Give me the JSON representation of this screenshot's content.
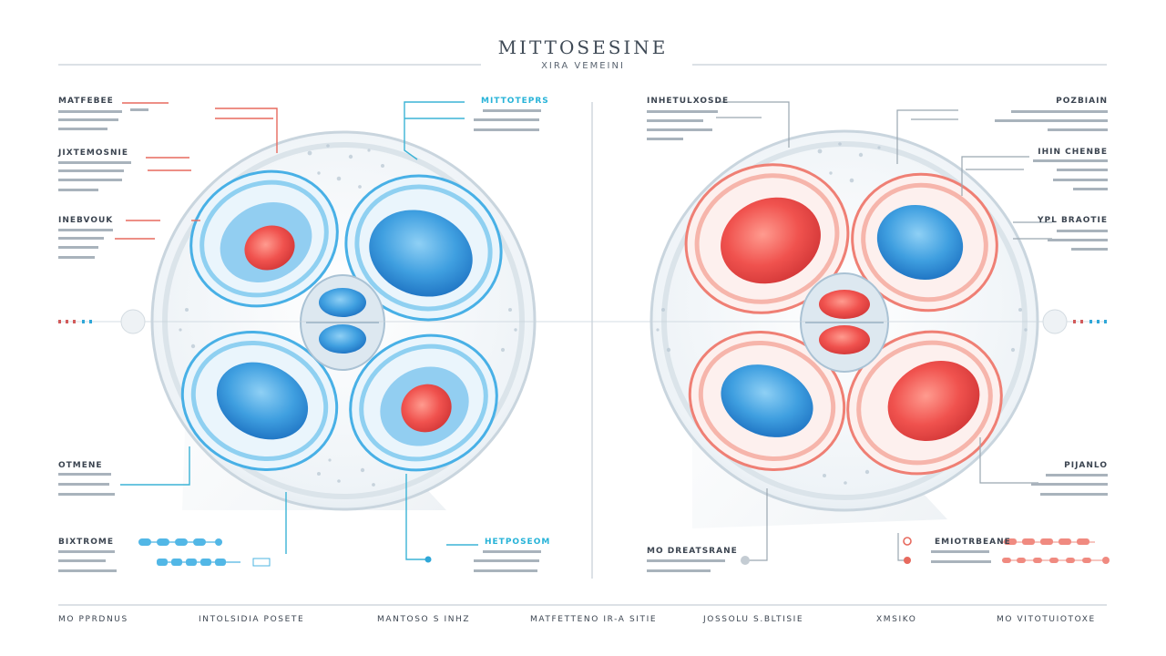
{
  "header": {
    "title": "MITTOSESINE",
    "subtitle": "XIRA VEMEINI"
  },
  "colors": {
    "blue": "#2f95d9",
    "blue_light": "#9fd4f2",
    "red": "#ef5656",
    "red_light": "#f7b1a8",
    "leader_red": "#e76a5e",
    "leader_blue": "#3bb3d6",
    "frame_gray": "#c7d4dd"
  },
  "left_panel": {
    "labels": [
      {
        "id": "matfebee",
        "title": "MATFEBEE"
      },
      {
        "id": "jixtemosnie",
        "title": "JIXTEMOSNIE"
      },
      {
        "id": "inebvouk",
        "title": "INEBVOUK"
      },
      {
        "id": "mittoteprs",
        "title": "MITTOTEPRS"
      },
      {
        "id": "otmene",
        "title": "OTMENE"
      },
      {
        "id": "bixtrome",
        "title": "BIXTROME"
      },
      {
        "id": "hetposeom",
        "title": "HETPOSEOM"
      }
    ]
  },
  "right_panel": {
    "labels": [
      {
        "id": "inhetulxosde",
        "title": "INHETULXOSDE"
      },
      {
        "id": "pozbiain",
        "title": "POZBIAIN"
      },
      {
        "id": "ihin-chenbe",
        "title": "IHIN CHENBE"
      },
      {
        "id": "ypl-braotie",
        "title": "YPL BRAOTIE"
      },
      {
        "id": "pijanlo",
        "title": "PIJANLO"
      },
      {
        "id": "mo-dreatsrane",
        "title": "MO DREATSRANE"
      },
      {
        "id": "emiotrbeane",
        "title": "EMIOTRBEANE"
      }
    ]
  },
  "footer": {
    "items": [
      "MO PPRDNUS",
      "INTOLSIDIA POSETE",
      "MANTOSO S INHZ",
      "MATFETTENO IR-A SITIE",
      "JOSSOLU S.BLTISIE",
      "XMSIKO",
      "MO VITOTUIOTOXE"
    ]
  }
}
